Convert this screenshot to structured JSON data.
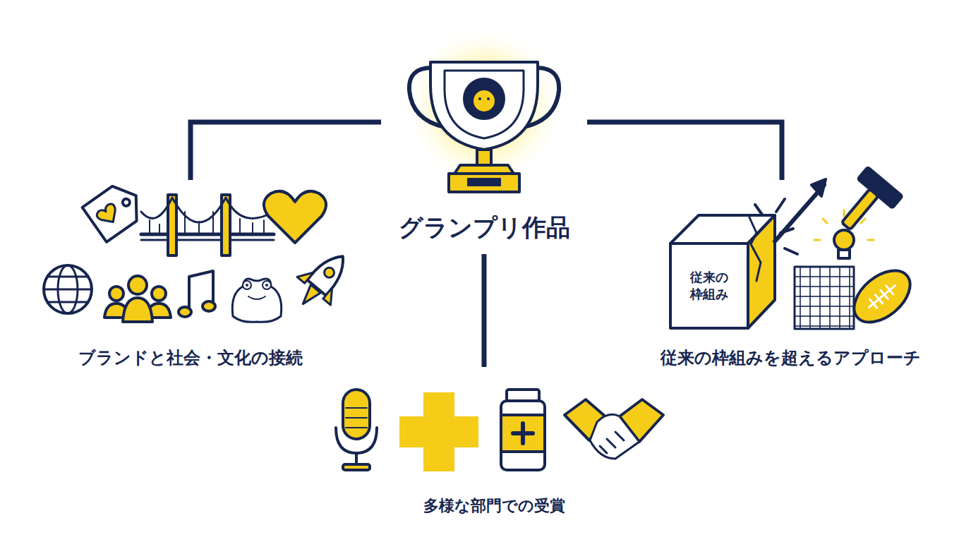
{
  "diagram": {
    "nodes": [
      {
        "text": [
          "グランプリ作品"
        ]
      },
      {
        "text": [
          "ブランドと社会・文化の接続"
        ]
      },
      {
        "text": [
          "多様な部門での受賞"
        ]
      },
      {
        "text": [
          "従来の枠組みを超えるアプローチ"
        ]
      },
      {
        "text": [
          "従来の枠組み"
        ],
        "in": 3
      }
    ],
    "edges": [
      {
        "from": 0,
        "to": 1,
        "arrow": "none"
      },
      {
        "from": 0,
        "to": 2,
        "arrow": "none"
      },
      {
        "from": 0,
        "to": 3,
        "arrow": "none"
      }
    ]
  }
}
